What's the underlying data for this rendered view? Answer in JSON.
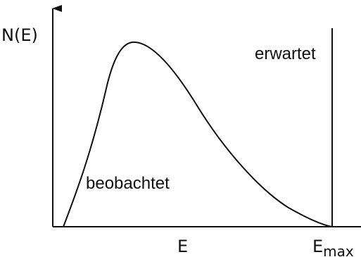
{
  "diagram": {
    "y_axis_label": "N(E)",
    "x_axis_label": "E",
    "x_max_label": {
      "main": "E",
      "subscript": "max"
    },
    "expected_label": "erwartet",
    "observed_label": "beobachtet",
    "colors": {
      "line": "#111111",
      "background": "#ffffff"
    }
  }
}
